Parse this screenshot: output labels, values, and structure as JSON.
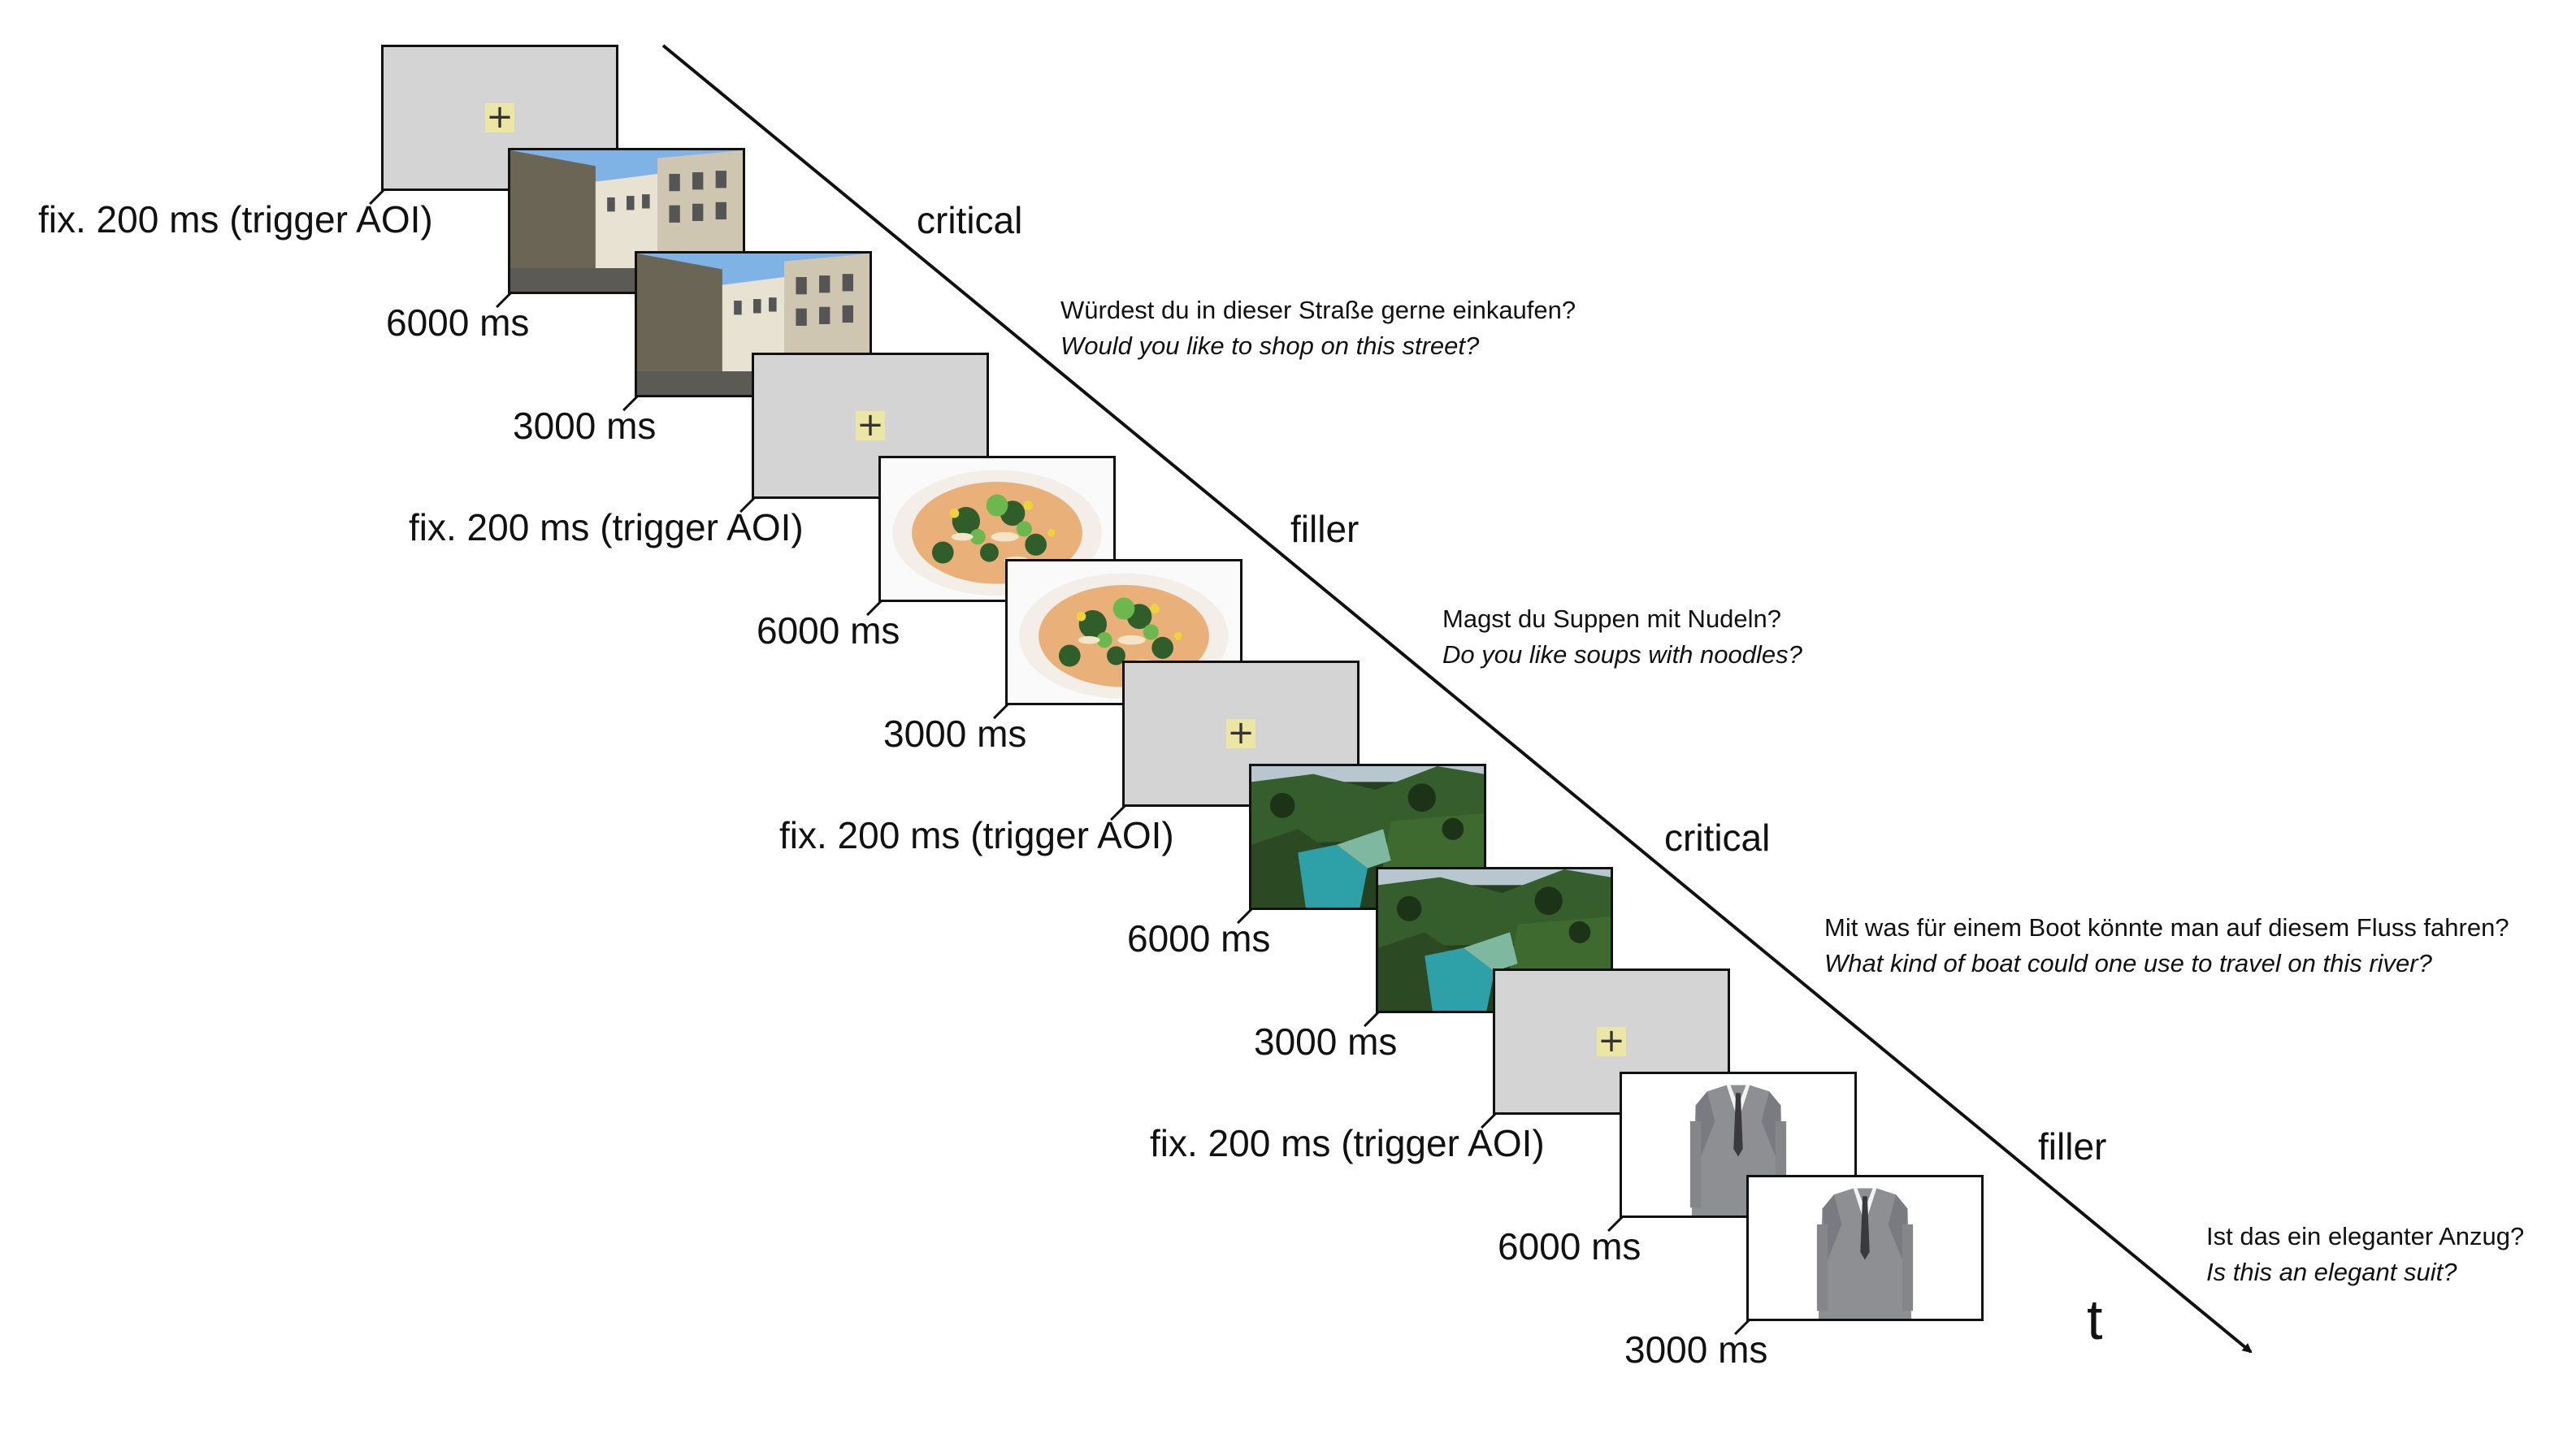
{
  "axis_label": "t",
  "trials": [
    {
      "condition": "critical",
      "question_de": "Würdest du in dieser Straße gerne einkaufen?",
      "question_en": "Would you like to shop on this street?",
      "fixation_label": "fix. 200 ms (trigger AOI)",
      "image_label": "6000 ms",
      "question_label": "3000 ms",
      "image": "street-photo"
    },
    {
      "condition": "filler",
      "question_de": "Magst du Suppen mit Nudeln?",
      "question_en": "Do you like soups with noodles?",
      "fixation_label": "fix. 200 ms (trigger AOI)",
      "image_label": "6000 ms",
      "question_label": "3000 ms",
      "image": "noodle-soup-photo"
    },
    {
      "condition": "critical",
      "question_de": "Mit was für einem Boot könnte man auf diesem Fluss fahren?",
      "question_en": "What kind of boat could one use to travel on this river?",
      "fixation_label": "fix. 200 ms (trigger AOI)",
      "image_label": "6000 ms",
      "question_label": "3000 ms",
      "image": "river-photo"
    },
    {
      "condition": "filler",
      "question_de": "Ist das ein eleganter Anzug?",
      "question_en": "Is this an elegant suit?",
      "fixation_label": "fix. 200 ms (trigger AOI)",
      "image_label": "6000 ms",
      "question_label": "3000 ms",
      "image": "suit-photo"
    }
  ],
  "fixation_symbol": "+",
  "colors": {
    "fixation_bg": "#d4d4d4",
    "cross_bg": "#ece6a4",
    "line": "#111111"
  }
}
